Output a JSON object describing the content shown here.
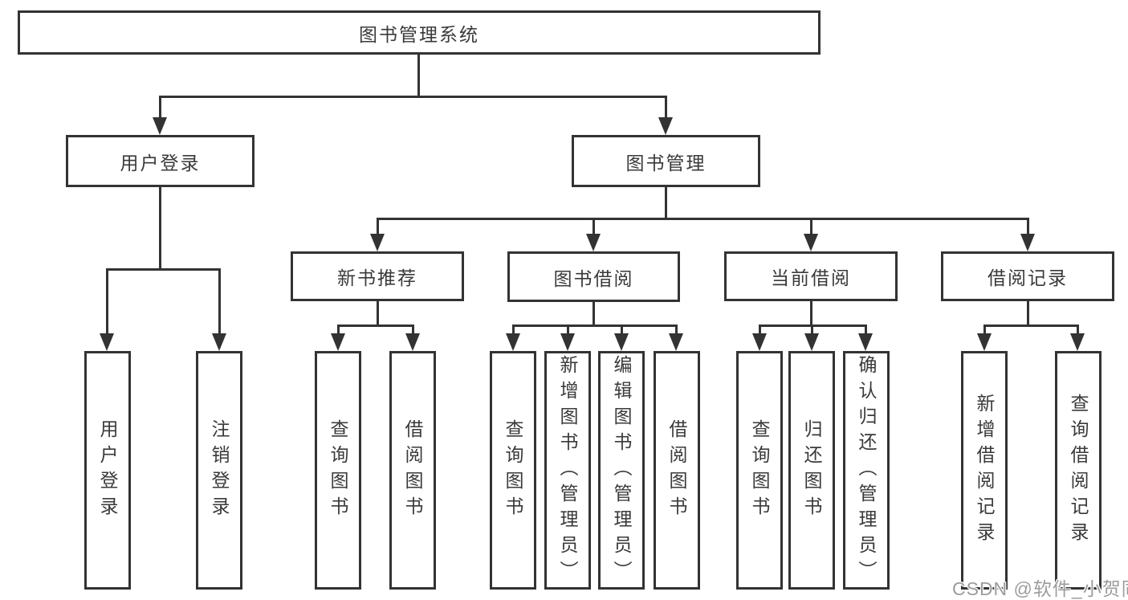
{
  "diagram": {
    "root": {
      "label": "图书管理系统"
    },
    "level2": [
      {
        "label": "用户登录"
      },
      {
        "label": "图书管理"
      }
    ],
    "level3": [
      {
        "label": "新书推荐"
      },
      {
        "label": "图书借阅"
      },
      {
        "label": "当前借阅"
      },
      {
        "label": "借阅记录"
      }
    ],
    "leaves": {
      "user_login": [
        "用户登录",
        "注销登录"
      ],
      "new_book_recommend": [
        "查询图书",
        "借阅图书"
      ],
      "book_borrow": [
        "查询图书",
        "新增图书（管理员）",
        "编辑图书（管理员）",
        "借阅图书"
      ],
      "current_borrow": [
        "查询图书",
        "归还图书",
        "确认归还（管理员）"
      ],
      "borrow_records": [
        "新增借阅记录",
        "查询借阅记录"
      ]
    }
  },
  "watermark": "CSDN @软件_小贺同学",
  "colors": {
    "line": "#333333",
    "box_background": "#ffffff",
    "text": "#3a3a3a",
    "watermark": "#9c9c9c",
    "page_background": "#ffffff"
  }
}
